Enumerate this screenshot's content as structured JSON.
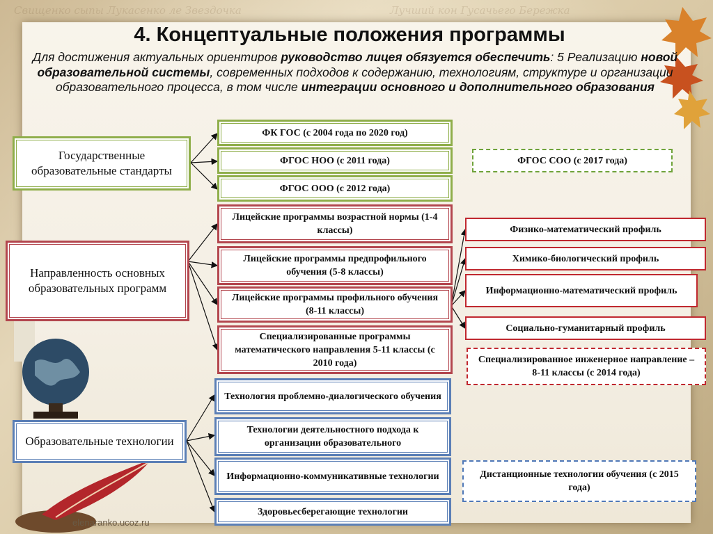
{
  "title": "4. Концептуальные положения программы",
  "subtitle": {
    "p1": "Для достижения актуальных ориентиров ",
    "b1": "руководство лицея обязуется обеспечить",
    "p2": ": 5 Реализацию ",
    "b2": "новой образовательной системы",
    "p3": ", современных подходов к содержанию, технологиям, структуре и организации образовательного процесса, в том числе ",
    "b3": "интеграции основного и дополнительного образования"
  },
  "groups": {
    "standards": {
      "label": "Государственные образовательные стандарты",
      "items": [
        "ФК ГОС (с 2004 года по 2020 год)",
        "ФГОС НОО (с 2011 года)",
        "ФГОС ООО (с 2012 года)"
      ],
      "extra": "ФГОС СОО (с 2017 года)"
    },
    "programs": {
      "label": "Направленность основных образовательных программ",
      "items": [
        "Лицейские программы возрастной нормы (1-4 классы)",
        "Лицейские программы предпрофильного обучения (5-8 классы)",
        "Лицейские программы профильного обучения (8-11 классы)",
        "Специализированные программы математического направления 5-11 классы (с 2010 года)"
      ],
      "profiles": [
        "Физико-математический профиль",
        "Химико-биологический профиль",
        "Информационно-математический профиль",
        "Социально-гуманитарный  профиль"
      ],
      "extra": "Специализированное инженерное направление – 8-11 классы (с 2014 года)"
    },
    "technologies": {
      "label": "Образовательные технологии",
      "items": [
        "Технология проблемно-диалогического обучения",
        "Технологии деятельностного подхода к организации образовательного",
        "Информационно-коммуникативные технологии",
        "Здоровьесберегающие технологии"
      ],
      "extra": "Дистанционные технологии обучения (с 2015 года)"
    }
  },
  "footer": "elenaranko.ucoz.ru",
  "colors": {
    "green": "#8fae4a",
    "red": "#b3464e",
    "blue": "#5b7fb6",
    "brightRed": "#c0282f"
  }
}
